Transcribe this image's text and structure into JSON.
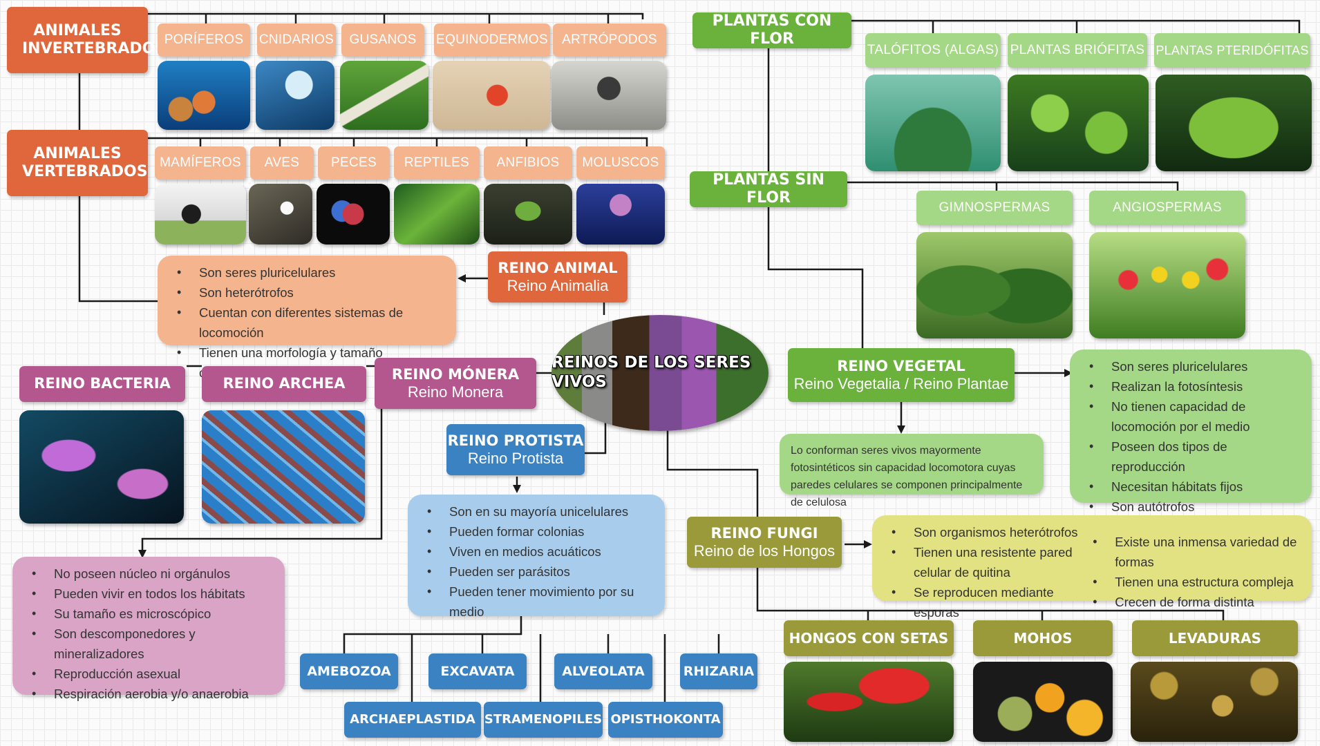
{
  "title": "REINOS DE LOS SERES VIVOS",
  "colors": {
    "animal": "#e0663b",
    "animal_light": "#f3b48e",
    "vegetal": "#6ab23c",
    "vegetal_light": "#a5d886",
    "monera": "#b5578f",
    "monera_light": "#d9a4c6",
    "protista": "#3a82c2",
    "protista_light": "#a8cdec",
    "fungi": "#9a9a3a",
    "fungi_light": "#e3e282"
  },
  "animal": {
    "invertebrados": "ANIMALES INVERTEBRADOS",
    "vertebrados": "ANIMALES VERTEBRADOS",
    "invertebrate_groups": [
      "PORÍFEROS",
      "CNIDARIOS",
      "GUSANOS",
      "EQUINODERMOS",
      "ARTRÓPODOS"
    ],
    "vertebrate_groups": [
      "MAMÍFEROS",
      "AVES",
      "PECES",
      "REPTILES",
      "ANFIBIOS",
      "MOLUSCOS"
    ],
    "reino_title": "REINO ANIMAL",
    "reino_sub": "Reino Animalia",
    "traits": [
      "Son seres pluricelulares",
      "Son heterótrofos",
      "Cuentan con diferentes sistemas de locomoción",
      "Tienen una morfología y tamaño complejos"
    ]
  },
  "vegetal": {
    "con_flor": "PLANTAS CON FLOR",
    "sin_flor": "PLANTAS SIN FLOR",
    "con_flor_groups": [
      "TALÓFITOS (ALGAS)",
      "PLANTAS BRIÓFITAS",
      "PLANTAS PTERIDÓFITAS"
    ],
    "sin_flor_groups": [
      "GIMNOSPERMAS",
      "ANGIOSPERMAS"
    ],
    "reino_title": "REINO VEGETAL",
    "reino_sub": "Reino Vegetalia / Reino Plantae",
    "description": "Lo conforman seres vivos mayormente fotosintéticos sin capacidad locomotora cuyas paredes celulares se componen principalmente de celulosa",
    "traits": [
      "Son seres pluricelulares",
      "Realizan la fotosíntesis",
      "No tienen capacidad de locomoción por el medio",
      "Poseen dos tipos de reproducción",
      "Necesitan hábitats fijos",
      "Son autótrofos"
    ]
  },
  "monera": {
    "bacteria": "REINO BACTERIA",
    "archea": "REINO ARCHEA",
    "reino_title": "REINO MÓNERA",
    "reino_sub": "Reino Monera",
    "traits": [
      "No poseen núcleo ni orgánulos",
      "Pueden vivir en todos los hábitats",
      "Su tamaño es microscópico",
      "Son descomponedores y mineralizadores",
      "Reproducción asexual",
      "Respiración aerobia y/o anaerobia"
    ]
  },
  "protista": {
    "reino_title": "REINO PROTISTA",
    "reino_sub": "Reino Protista",
    "traits": [
      "Son en su mayoría unicelulares",
      "Pueden formar colonias",
      "Viven en medios acuáticos",
      "Pueden ser parásitos",
      "Pueden tener movimiento por su medio"
    ],
    "groups_top": [
      "AMEBOZOA",
      "EXCAVATA",
      "ALVEOLATA",
      "RHIZARIA"
    ],
    "groups_bottom": [
      "ARCHAEPLASTIDA",
      "STRAMENOPILES",
      "OPISTHOKONTA"
    ]
  },
  "fungi": {
    "reino_title": "REINO FUNGI",
    "reino_sub": "Reino de los Hongos",
    "traits_left": [
      "Son organismos heterótrofos",
      "Tienen una resistente pared celular de quitina",
      "Se reproducen mediante esporas"
    ],
    "traits_right": [
      "Existe una inmensa variedad de formas",
      "Tienen una estructura compleja",
      "Crecen de forma distinta"
    ],
    "groups": [
      "HONGOS CON SETAS",
      "MOHOS",
      "LEVADURAS"
    ]
  }
}
